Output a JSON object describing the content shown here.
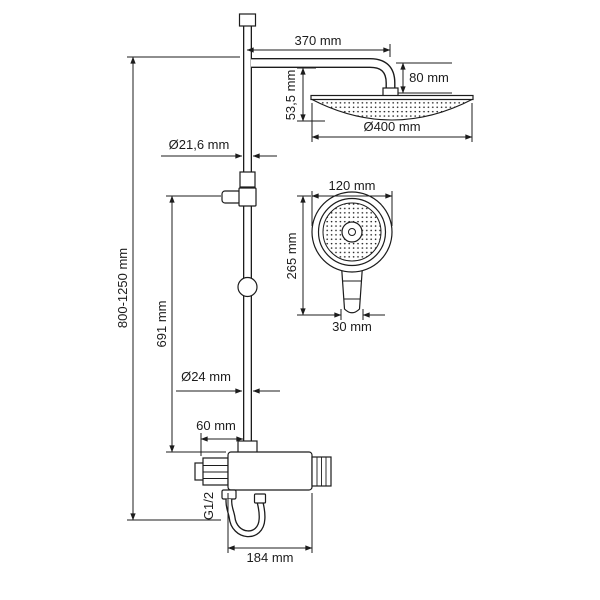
{
  "colors": {
    "ink": "#1c1c1c",
    "paper": "#ffffff"
  },
  "labels": {
    "arm_length": "370 mm",
    "arm_to_head_drop": "80 mm",
    "head_thickness": "53,5 mm",
    "head_diameter": "Ø400 mm",
    "upper_pipe_diameter": "Ø21,6 mm",
    "column_height_range": "800-1250 mm",
    "riser_length": "691 mm",
    "hand_shower_diameter": "120 mm",
    "hand_shower_length": "265 mm",
    "handle_diameter": "30 mm",
    "lower_pipe_diameter": "Ø24 mm",
    "inlet_offset": "60 mm",
    "thread_size": "G1/2",
    "mixer_width": "184 mm"
  }
}
